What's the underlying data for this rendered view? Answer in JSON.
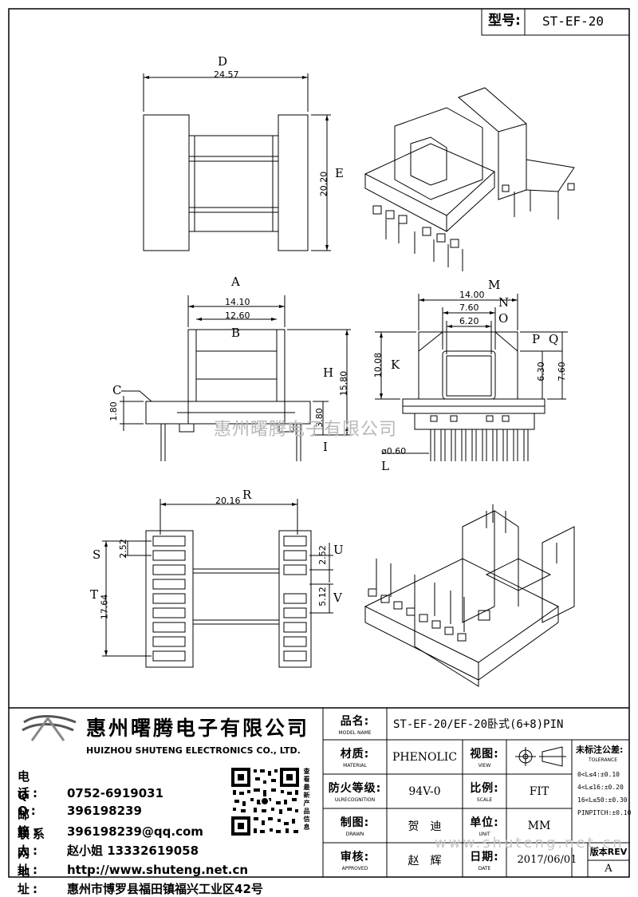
{
  "header": {
    "model_label": "型号:",
    "model_value": "ST-EF-20"
  },
  "dims": {
    "d_letter": "D",
    "d_val": "24.57",
    "e_letter": "E",
    "e_val": "20.20",
    "a_letter": "A",
    "a_val": "14.10",
    "b_letter": "B",
    "b_val": "12.60",
    "c_letter": "C",
    "c_val": "1.80",
    "h_letter": "H",
    "h_val": "15.80",
    "i_letter": "I",
    "i_val": "3.80",
    "m_letter": "M",
    "m_val": "14.00",
    "n_letter": "N",
    "n_val": "7.60",
    "o_letter": "O",
    "o_val": "6.20",
    "k_letter": "K",
    "k_val": "10.08",
    "p_letter": "P",
    "p_val": "6.30",
    "q_letter": "Q",
    "q_val": "7.60",
    "l_letter": "L",
    "l_val": "ø0.60",
    "r_letter": "R",
    "r_val": "20.16",
    "s_letter": "S",
    "s_val": "2.52",
    "t_letter": "T",
    "t_val": "17.64",
    "u_letter": "U",
    "u_val": "2.52",
    "v_letter": "V",
    "v_val": "5.12"
  },
  "watermark": {
    "center": "惠州曙腾电子有限公司",
    "footer": "www.shuteng.net.cn"
  },
  "company": {
    "name_cn": "惠州曙腾电子有限公司",
    "name_en": "HUIZHOU SHUTENG ELECTRONICS CO., LTD."
  },
  "contacts": [
    {
      "key": "电　话:",
      "value": "0752-6919031"
    },
    {
      "key": "Q　 Q:",
      "value": "396198239"
    },
    {
      "key": "邮　箱:",
      "value": "396198239@qq.com"
    },
    {
      "key": "联系人:",
      "value": "赵小姐 13332619058"
    },
    {
      "key": "网　址:",
      "value": "http://www.shuteng.net.cn"
    },
    {
      "key": "地　址:",
      "value": "惠州市博罗县福田镇福兴工业区42号"
    }
  ],
  "qr_caption": "查看最新产品信息",
  "titleblock": {
    "model_name_cn": "品名:",
    "model_name_en": "MODEL NAME",
    "model_name_value": "ST-EF-20/EF-20卧式(6+8)PIN",
    "material_cn": "材质:",
    "material_en": "MATERIAL",
    "material_value": "PHENOLIC",
    "view_cn": "视图:",
    "view_en": "VIEW",
    "flame_cn": "防火等级:",
    "flame_en": "ULRECOGNITION",
    "flame_value": "94V-0",
    "scale_cn": "比例:",
    "scale_en": "SCALE",
    "scale_value": "FIT",
    "drawn_cn": "制图:",
    "drawn_en": "DRAWN",
    "drawn_value": "贺　迪",
    "unit_cn": "单位:",
    "unit_en": "UNIT",
    "unit_value": "MM",
    "approved_cn": "审核:",
    "approved_en": "APPROVED",
    "approved_value": "赵　辉",
    "date_cn": "日期:",
    "date_en": "DATE",
    "date_value": "2017/06/01",
    "tol_title": "未标注公差:",
    "tol_en": "TOLERANCE",
    "tol_lines": [
      "0<L≤4:±0.10",
      "4<L≤16:±0.20",
      "16<L≤50:±0.30",
      "PINPITCH:±0.10"
    ],
    "rev_label": "版本REV",
    "rev_value": "A"
  }
}
